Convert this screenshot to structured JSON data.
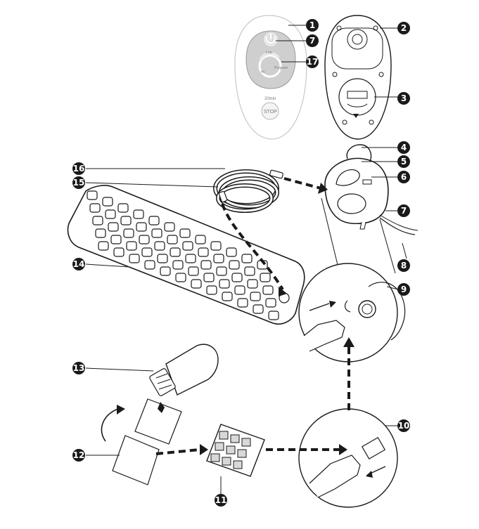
{
  "remote": {
    "timer_label": "20min",
    "stop_label": "STOP",
    "low_label": "Low",
    "high_label": "Hi",
    "program_label": "Program"
  },
  "callouts": [
    {
      "id": "1",
      "text": "1"
    },
    {
      "id": "2",
      "text": "2"
    },
    {
      "id": "3",
      "text": "3"
    },
    {
      "id": "4",
      "text": "4"
    },
    {
      "id": "5",
      "text": "5"
    },
    {
      "id": "6",
      "text": "6"
    },
    {
      "id": "7a",
      "text": "7"
    },
    {
      "id": "7b",
      "text": "7"
    },
    {
      "id": "8",
      "text": "8"
    },
    {
      "id": "9",
      "text": "9"
    },
    {
      "id": "10",
      "text": "10"
    },
    {
      "id": "11",
      "text": "11"
    },
    {
      "id": "12",
      "text": "12"
    },
    {
      "id": "13",
      "text": "13"
    },
    {
      "id": "14",
      "text": "14"
    },
    {
      "id": "15",
      "text": "15"
    },
    {
      "id": "16",
      "text": "16"
    },
    {
      "id": "17",
      "text": "17"
    }
  ],
  "colors": {
    "line": "#1a1a1a",
    "light_line": "#9a9a9a",
    "callout_fill": "#1a1a1a"
  }
}
